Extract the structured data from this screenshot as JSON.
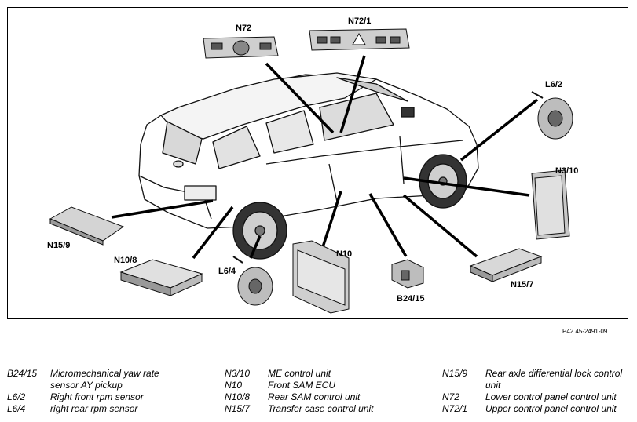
{
  "labels": {
    "n72": "N72",
    "n72_1": "N72/1",
    "l6_2": "L6/2",
    "n3_10": "N3/10",
    "n15_9": "N15/9",
    "n10_8": "N10/8",
    "l6_4": "L6/4",
    "n10": "N10",
    "b24_15": "B24/15",
    "n15_7": "N15/7"
  },
  "figure_ref": "P42.45-2491-09",
  "legend": {
    "col1": [
      {
        "code": "B24/15",
        "desc": "Micromechanical yaw rate sensor AY pickup"
      },
      {
        "code": "L6/2",
        "desc": "Right front rpm sensor"
      },
      {
        "code": "L6/4",
        "desc": "right rear rpm sensor"
      }
    ],
    "col2": [
      {
        "code": "N3/10",
        "desc": "ME control unit"
      },
      {
        "code": "N10",
        "desc": "Front SAM ECU"
      },
      {
        "code": "N10/8",
        "desc": "Rear SAM control unit"
      },
      {
        "code": "N15/7",
        "desc": "Transfer case control unit"
      }
    ],
    "col3": [
      {
        "code": "N15/9",
        "desc": "Rear axle differential lock control unit"
      },
      {
        "code": "N72",
        "desc": "Lower control panel control unit"
      },
      {
        "code": "N72/1",
        "desc": "Upper control panel control unit"
      }
    ]
  }
}
